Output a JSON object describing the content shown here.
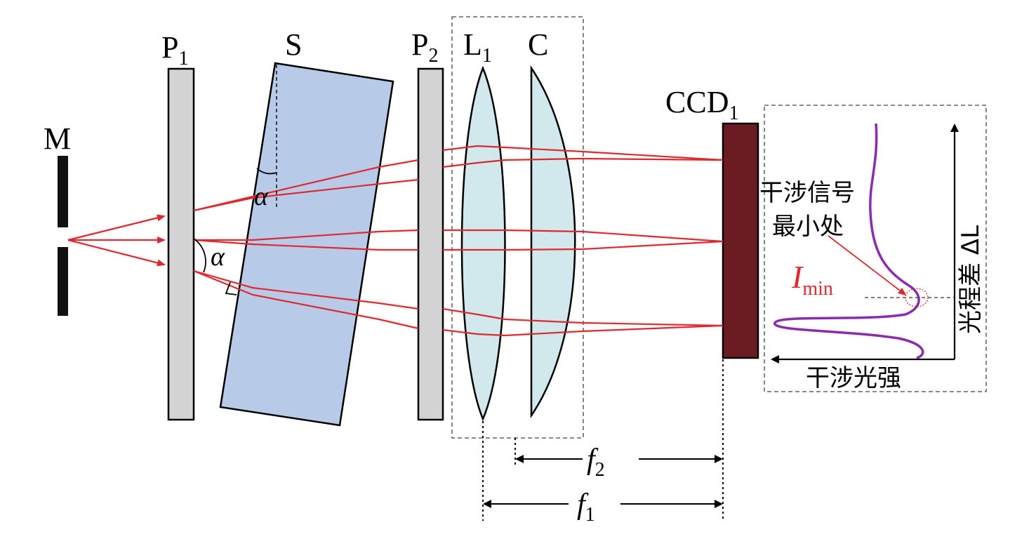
{
  "labels": {
    "M": "M",
    "P1": "P",
    "P1_sub": "1",
    "S": "S",
    "P2": "P",
    "P2_sub": "2",
    "L1": "L",
    "L1_sub": "1",
    "C": "C",
    "CCD": "CCD",
    "CCD_sub": "1",
    "alpha": "α",
    "f1": "f",
    "f1_sub": "1",
    "f2": "f",
    "f2_sub": "2",
    "note_line1": "干涉信号",
    "note_line2": "最小处",
    "Imin": "I",
    "Imin_sub": "min",
    "x_axis": "干涉光强",
    "y_axis": "光程差 ΔL"
  },
  "colors": {
    "ray": "#e0282e",
    "plate": "#d3d3d3",
    "sample": "#b7cbe8",
    "lens": "#d1e9ec",
    "ccd": "#6b1c22",
    "curve": "#8a2bb0"
  }
}
